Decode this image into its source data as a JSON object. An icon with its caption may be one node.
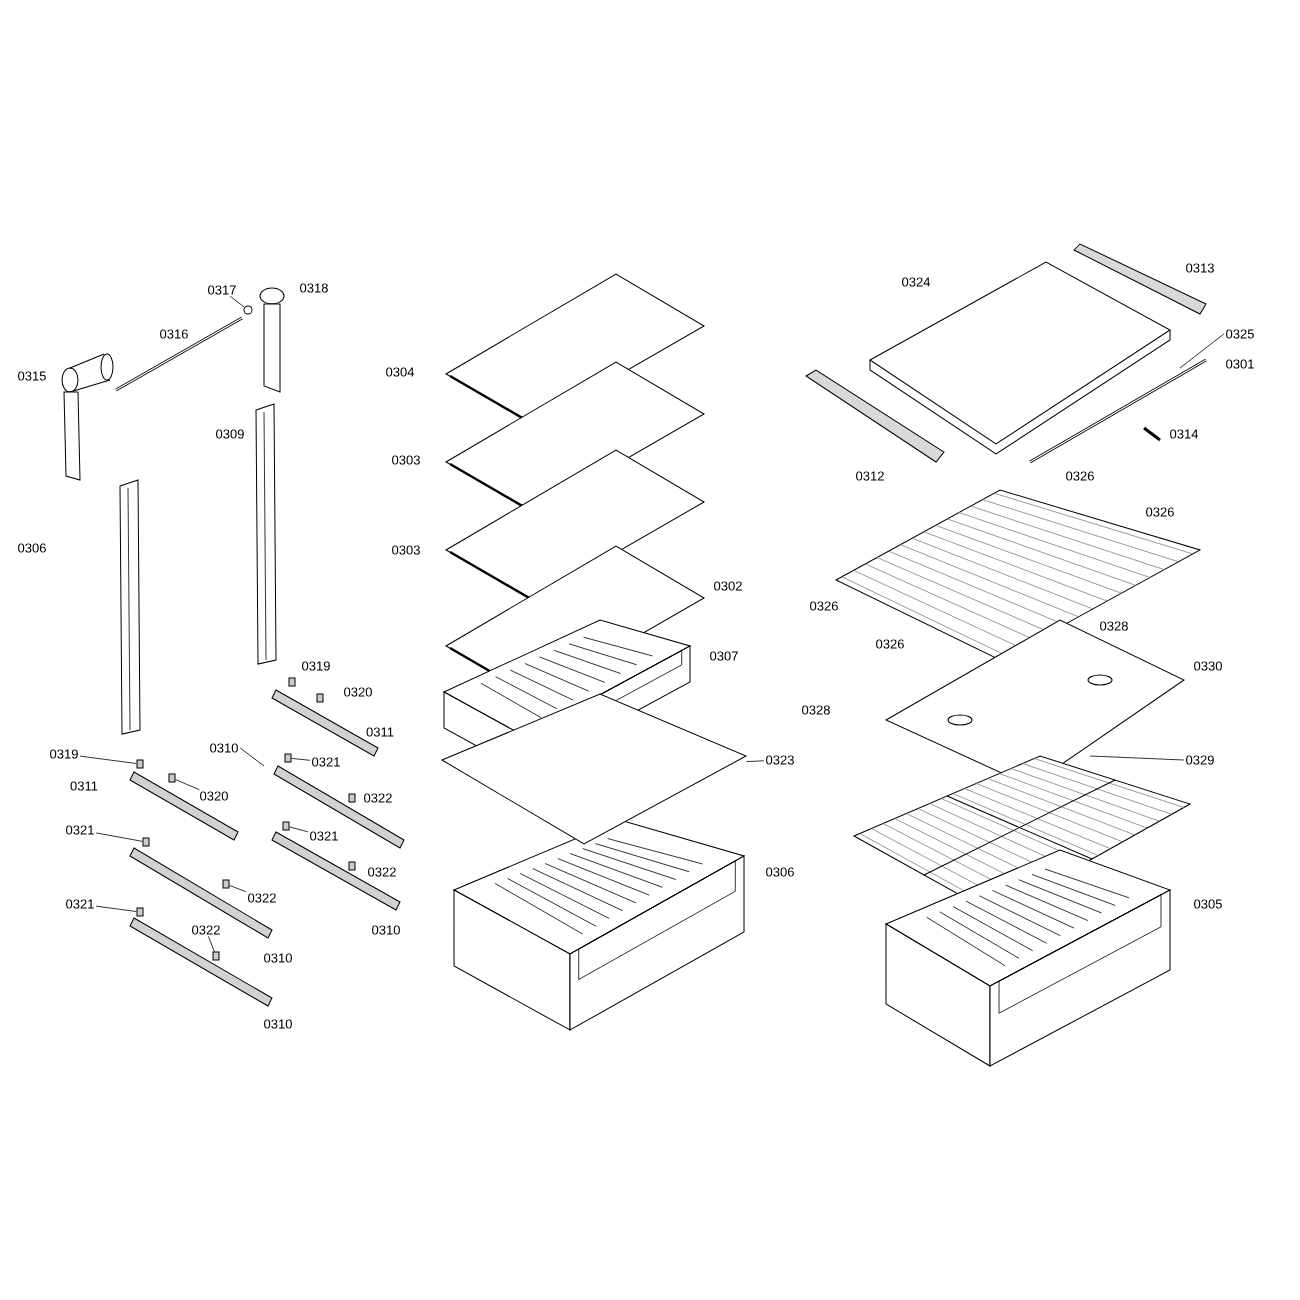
{
  "diagram": {
    "nodes": [
      {
        "text": [
          "0317"
        ]
      },
      {
        "text": [
          "0318"
        ]
      },
      {
        "text": [
          "0316"
        ]
      },
      {
        "text": [
          "0315"
        ]
      },
      {
        "text": [
          "0309"
        ]
      },
      {
        "text": [
          "0306"
        ]
      },
      {
        "text": [
          "0319"
        ]
      },
      {
        "text": [
          "0320"
        ]
      },
      {
        "text": [
          "0311"
        ]
      },
      {
        "text": [
          "0319"
        ]
      },
      {
        "text": [
          "0311"
        ]
      },
      {
        "text": [
          "0320"
        ]
      },
      {
        "text": [
          "0310"
        ]
      },
      {
        "text": [
          "0321"
        ]
      },
      {
        "text": [
          "0322"
        ]
      },
      {
        "text": [
          "0321"
        ]
      },
      {
        "text": [
          "0321"
        ]
      },
      {
        "text": [
          "0322"
        ]
      },
      {
        "text": [
          "0322"
        ]
      },
      {
        "text": [
          "0321"
        ]
      },
      {
        "text": [
          "0310"
        ]
      },
      {
        "text": [
          "0322"
        ]
      },
      {
        "text": [
          "0310"
        ]
      },
      {
        "text": [
          "0310"
        ]
      },
      {
        "text": [
          "0304"
        ]
      },
      {
        "text": [
          "0303"
        ]
      },
      {
        "text": [
          "0303"
        ]
      },
      {
        "text": [
          "0302"
        ]
      },
      {
        "text": [
          "0307"
        ]
      },
      {
        "text": [
          "0323"
        ]
      },
      {
        "text": [
          "0306"
        ]
      },
      {
        "text": [
          "0324"
        ]
      },
      {
        "text": [
          "0313"
        ]
      },
      {
        "text": [
          "0325"
        ]
      },
      {
        "text": [
          "0301"
        ]
      },
      {
        "text": [
          "0314"
        ]
      },
      {
        "text": [
          "0312"
        ]
      },
      {
        "text": [
          "0326"
        ]
      },
      {
        "text": [
          "0326"
        ]
      },
      {
        "text": [
          "0326"
        ]
      },
      {
        "text": [
          "0326"
        ]
      },
      {
        "text": [
          "0328"
        ]
      },
      {
        "text": [
          "0330"
        ]
      },
      {
        "text": [
          "0328"
        ]
      },
      {
        "text": [
          "0329"
        ]
      },
      {
        "text": [
          "0305"
        ]
      },
      {
        "text": [],
        "shape": "circle"
      },
      {
        "text": [],
        "shape": "box"
      },
      {
        "text": [],
        "shape": "box"
      },
      {
        "text": [],
        "shape": "box"
      },
      {
        "text": [],
        "shape": "box"
      },
      {
        "text": [],
        "shape": "box"
      },
      {
        "text": [],
        "shape": "box"
      },
      {
        "text": [],
        "shape": "box"
      },
      {
        "text": [],
        "shape": "box"
      },
      {
        "text": [],
        "shape": "box"
      },
      {
        "text": [],
        "shape": "box"
      },
      {
        "text": [],
        "shape": "box"
      },
      {
        "text": [],
        "shape": "box"
      },
      {
        "text": [],
        "shape": "box"
      }
    ],
    "edges": [
      {
        "from": 0,
        "to": 46,
        "arrow": "none"
      },
      {
        "from": 9,
        "to": 50,
        "arrow": "none"
      },
      {
        "from": 11,
        "to": 51,
        "arrow": "none"
      },
      {
        "from": 12,
        "to": null,
        "arrow": "none"
      },
      {
        "from": 13,
        "to": 49,
        "arrow": "none"
      },
      {
        "from": 15,
        "to": 54,
        "arrow": "none"
      },
      {
        "from": 16,
        "to": 53,
        "arrow": "none"
      },
      {
        "from": 18,
        "to": 56,
        "arrow": "none"
      },
      {
        "from": 19,
        "to": 57,
        "arrow": "none"
      },
      {
        "from": 21,
        "to": 58,
        "arrow": "none"
      },
      {
        "from": 29,
        "to": 59,
        "arrow": "none"
      },
      {
        "from": 33,
        "to": null,
        "arrow": "none"
      },
      {
        "from": 44,
        "to": null,
        "arrow": "none"
      }
    ]
  }
}
